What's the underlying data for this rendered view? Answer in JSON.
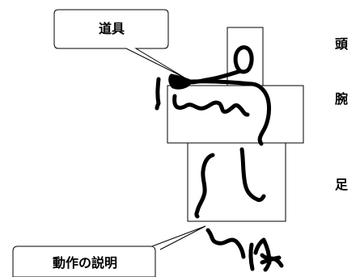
{
  "callouts": {
    "tool": "道具",
    "action": "動作の説明"
  },
  "side_labels": {
    "head": "頭",
    "arm": "腕",
    "foot": "足"
  }
}
